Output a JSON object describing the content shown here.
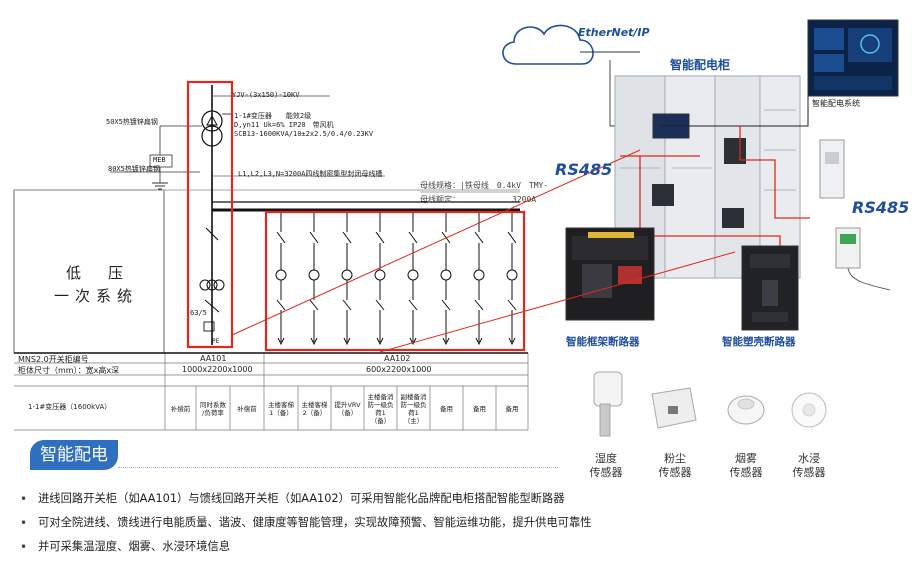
{
  "header": {
    "ethernet_label": "EtherNet/IP",
    "cabinet_title": "智能配电柜",
    "system_label": "智能配电系统"
  },
  "protocols": {
    "rs485_left": "RS485",
    "rs485_right": "RS485"
  },
  "devices": {
    "frame_breaker": "智能框架断路器",
    "molded_breaker": "智能塑壳断路器"
  },
  "sensors": [
    {
      "line1": "湿度",
      "line2": "传感器"
    },
    {
      "line1": "粉尘",
      "line2": "传感器"
    },
    {
      "line1": "烟雾",
      "line2": "传感器"
    },
    {
      "line1": "水浸",
      "line2": "传感器"
    }
  ],
  "schematic": {
    "lv_line1": "低　压",
    "lv_line2": "一次系统",
    "cable_top": "YJV-(3x150)-10KV",
    "ground_1": "50X5热镀锌扁钢",
    "ground_2": "80X5热镀锌扁钢",
    "meb": "MEB",
    "tx_line1": "1-1#变压器　　能效2级",
    "tx_line2": "D,yn11 Uk=6% IP20　带风机",
    "tx_line3": "SCB13-1600KVA/10±2x2.5/0.4/0.23KV",
    "busbar_note": "L1,L2,L3,N=3200A四线制密集型封闭母线槽",
    "bus_line1": "母线规格：|铁母线　0.4kV　TMY-",
    "bus_line2": "母线额定：　　　　　　　3200A",
    "ct_label": "63/5",
    "pe_label": "PE",
    "cabinet_code_label": "MNS2.0开关柜编号",
    "cabinet_a": "AA101",
    "cabinet_b": "AA102",
    "size_label": "柜体尺寸（mm）：宽x高x深",
    "size_a": "1000x2200x1000",
    "size_b": "600x2200x1000",
    "row3_label": "1-1#变压器（1600kVA）",
    "row3_cells": [
      "补偿前",
      "同时系数\n/负荷率",
      "补偿前",
      "主楼客梯\n1（备）",
      "主楼客梯\n2（备）",
      "提升VRV\n（备）",
      "主楼备消\n防一级负\n荷1\n（备）",
      "副楼备消\n防一级负\n荷1\n（主）",
      "备用",
      "备用",
      "备用"
    ]
  },
  "section": {
    "badge": "智能配电"
  },
  "bullets": [
    "进线回路开关柜（如AA101）与馈线回路开关柜（如AA102）可采用智能化品牌配电柜搭配智能型断路器",
    "可对全院进线、馈线进行电能质量、谐波、健康度等智能管理，实现故障预警、智能运维功能，提升供电可靠性",
    "并可采集温湿度、烟雾、水浸环境信息"
  ],
  "colors": {
    "accent_blue": "#1f4e9c",
    "badge_blue": "#2f6fbf",
    "highlight_red": "#e0281e",
    "cabinet_grey": "#e6e8eb"
  }
}
